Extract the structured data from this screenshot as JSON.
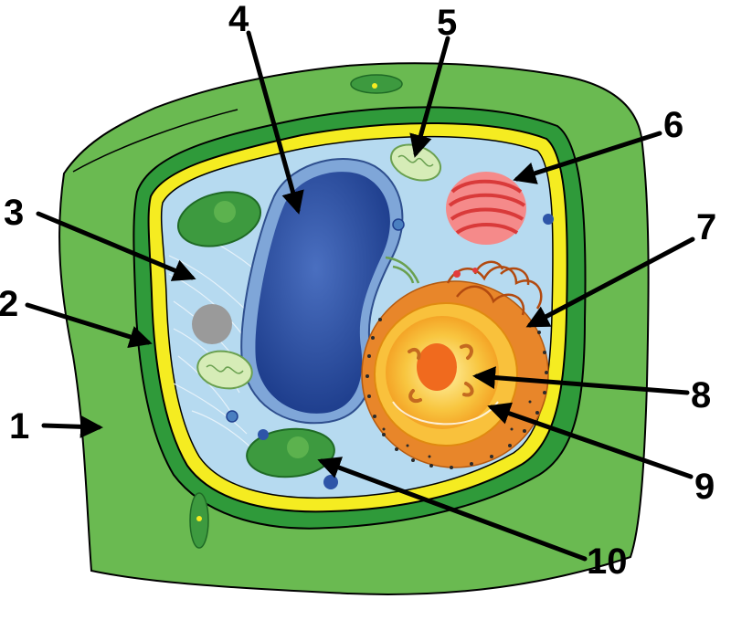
{
  "labels": {
    "n1": "1",
    "n2": "2",
    "n3": "3",
    "n4": "4",
    "n5": "5",
    "n6": "6",
    "n7": "7",
    "n8": "8",
    "n9": "9",
    "n10": "10"
  },
  "colors": {
    "cell_wall": "#6aba51",
    "cell_wall_dark": "#2f9a3a",
    "membrane": "#f5ec21",
    "cytoplasm": "#b6daf0",
    "vacuole": "#2e55a8",
    "chloroplast": "#3d9a3f",
    "mitochondrion": "#cfe8b0",
    "golgi": "#f06a6a",
    "nucleus_outer": "#f6a623",
    "nucleolus": "#f07a1e"
  }
}
